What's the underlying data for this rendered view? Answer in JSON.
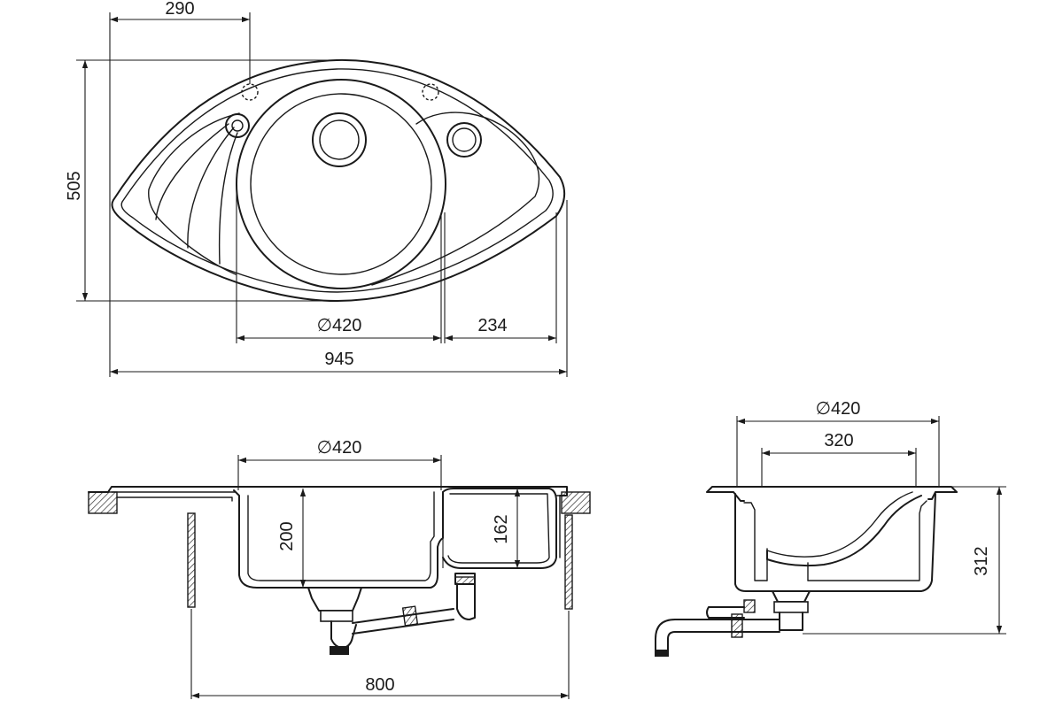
{
  "top_view": {
    "dim_hole_offset": "290",
    "dim_depth": "505",
    "dim_bowl_diameter": "∅420",
    "dim_drainer_width": "234",
    "dim_total_width": "945"
  },
  "front_section": {
    "dim_bowl_diameter": "∅420",
    "dim_main_bowl_depth": "200",
    "dim_secondary_bowl_depth": "162",
    "dim_cabinet_width": "800"
  },
  "side_section": {
    "dim_bowl_diameter": "∅420",
    "dim_bottom_width": "320",
    "dim_total_height": "312"
  }
}
